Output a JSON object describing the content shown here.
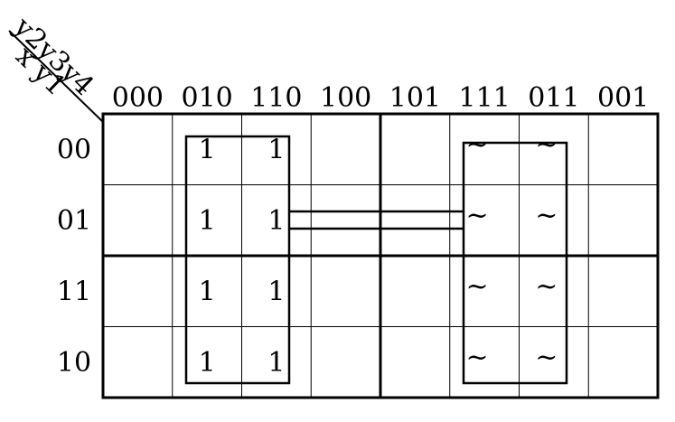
{
  "kmap": {
    "corner_top_vars": "y2y3y4",
    "corner_left_vars": "x y1",
    "col_labels": [
      "000",
      "010",
      "110",
      "100",
      "101",
      "111",
      "011",
      "001"
    ],
    "row_labels": [
      "00",
      "01",
      "11",
      "10"
    ],
    "cells": [
      [
        "",
        "1",
        "1",
        "",
        "",
        "~",
        "~",
        ""
      ],
      [
        "",
        "1",
        "1",
        "",
        "",
        "~",
        "~",
        ""
      ],
      [
        "",
        "1",
        "1",
        "",
        "",
        "~",
        "~",
        ""
      ],
      [
        "",
        "1",
        "1",
        "",
        "",
        "~",
        "~",
        ""
      ]
    ]
  }
}
